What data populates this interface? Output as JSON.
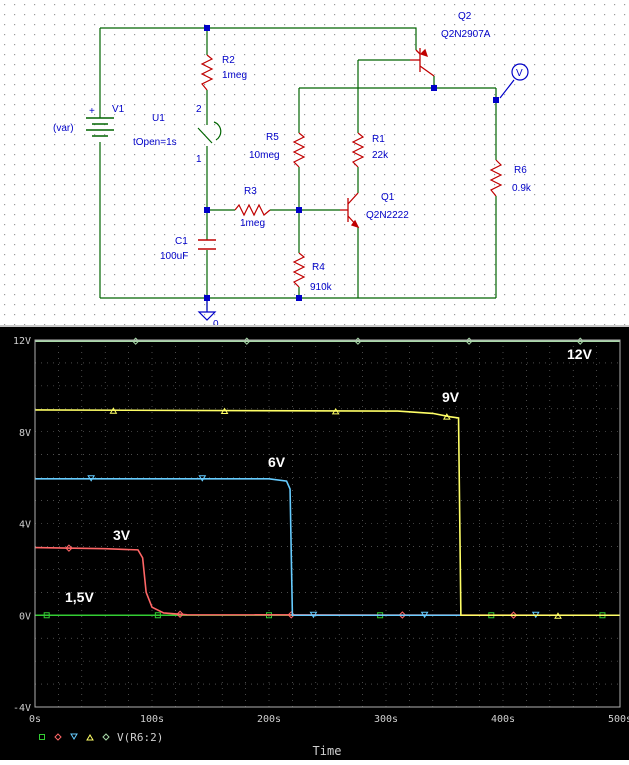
{
  "schematic": {
    "components": [
      {
        "ref": "V1",
        "value": "(var)"
      },
      {
        "ref": "U1",
        "value": "tOpen=1s",
        "pins": [
          "2",
          "1"
        ]
      },
      {
        "ref": "R2",
        "value": "1meg"
      },
      {
        "ref": "C1",
        "value": "100uF"
      },
      {
        "ref": "R3",
        "value": "1meg"
      },
      {
        "ref": "R5",
        "value": "10meg"
      },
      {
        "ref": "R4",
        "value": "910k"
      },
      {
        "ref": "R1",
        "value": "22k"
      },
      {
        "ref": "Q1",
        "value": "Q2N2222"
      },
      {
        "ref": "Q2",
        "value": "Q2N2907A"
      },
      {
        "ref": "R6",
        "value": "0.9k"
      }
    ],
    "ground_label": "0",
    "probe_marker": "V",
    "polarity": {
      "plus": "+",
      "minus": "-"
    }
  },
  "probe": {
    "x_axis_title": "Time",
    "legend_trace": "V(R6:2)",
    "colors": {
      "background": "#000000",
      "grid": "#7a7a7a",
      "axis_text": "#cfcfcf",
      "curve_labels": "#ffffff"
    }
  },
  "chart_data": {
    "type": "line",
    "xlabel": "Time",
    "ylabel": "",
    "xlim": [
      0,
      500
    ],
    "ylim": [
      -4,
      12
    ],
    "x_ticks": [
      "0s",
      "100s",
      "200s",
      "300s",
      "400s",
      "500s"
    ],
    "y_ticks": [
      "-4V",
      "0V",
      "4V",
      "8V",
      "12V"
    ],
    "grid": true,
    "annotations": [
      "1,5V",
      "3V",
      "6V",
      "9V",
      "12V"
    ],
    "series": [
      {
        "color": "#33cc33",
        "marker": "square",
        "x": [
          0,
          500
        ],
        "y": [
          0,
          0
        ]
      },
      {
        "color": "#ff6666",
        "marker": "diamond",
        "x": [
          0,
          60,
          88,
          92,
          95,
          100,
          110,
          130,
          500
        ],
        "y": [
          2.95,
          2.9,
          2.85,
          2.5,
          1.0,
          0.35,
          0.1,
          0.02,
          0
        ]
      },
      {
        "color": "#66ccff",
        "marker": "triangle-down",
        "x": [
          0,
          200,
          215,
          218,
          220,
          500
        ],
        "y": [
          5.95,
          5.95,
          5.85,
          5.5,
          0,
          0
        ]
      },
      {
        "color": "#ffff66",
        "marker": "triangle-up",
        "x": [
          0,
          310,
          340,
          355,
          362,
          364,
          500
        ],
        "y": [
          8.95,
          8.9,
          8.8,
          8.65,
          8.6,
          0,
          0
        ]
      },
      {
        "color": "#a8d8a8",
        "marker": "hollow-diamond",
        "x": [
          0,
          500
        ],
        "y": [
          11.95,
          11.95
        ]
      }
    ]
  }
}
